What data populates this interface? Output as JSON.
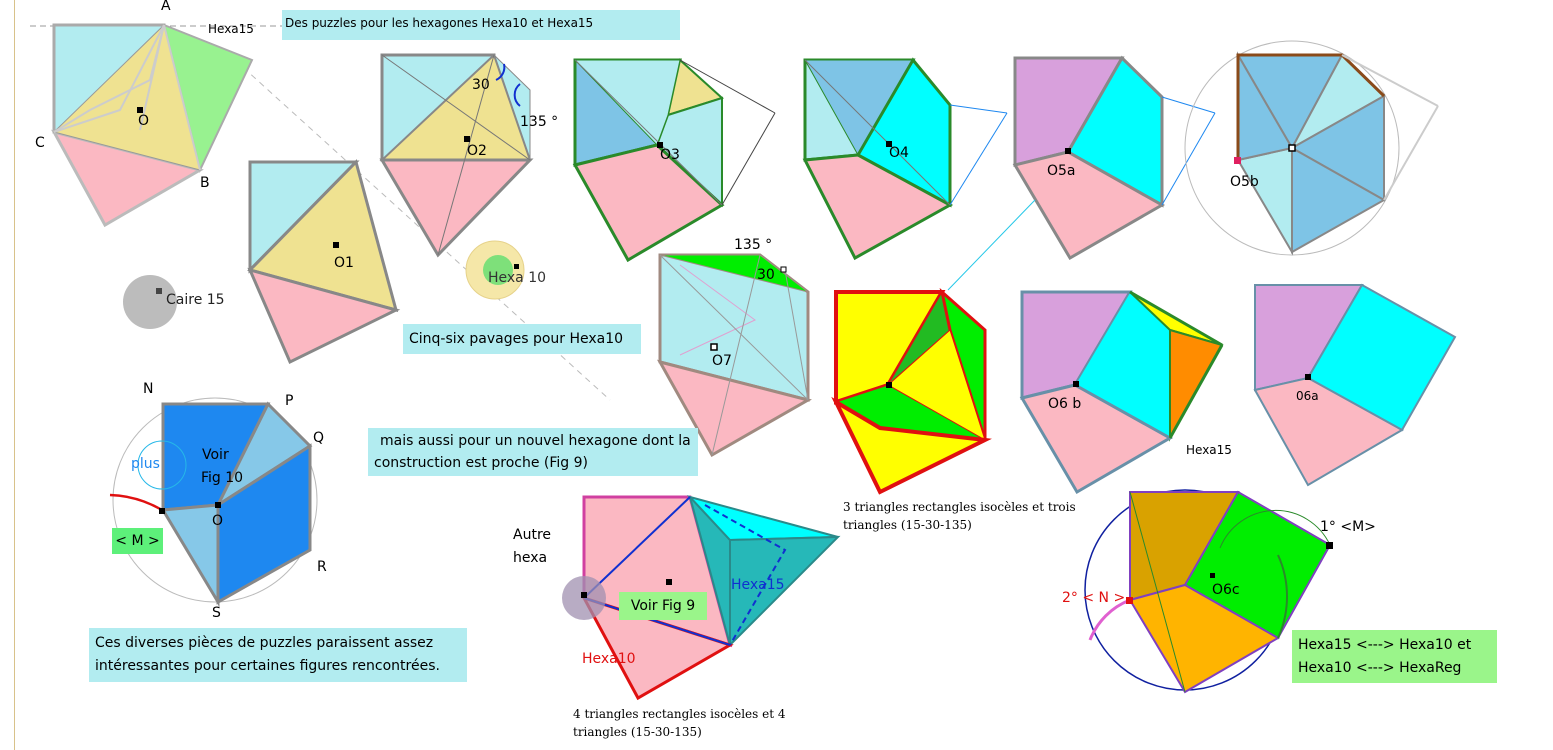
{
  "colors": {
    "cyan": "#b2ecf0",
    "yellow": "#efe291",
    "green": "#98f290",
    "pink": "#fbb8c2",
    "purple": "#d8a0dc",
    "aqua": "#00ffff",
    "blue_dark": "#1e88f0",
    "blue_mid": "#86c8e8",
    "lime": "#00ee00",
    "bright_yellow": "#ffff00",
    "orange": "#ff8c00",
    "gold": "#d9a200",
    "amber": "#ffb400",
    "teal": "#26b8b8",
    "red": "#e01010"
  },
  "title_box": "Des puzzles pour les hexagones Hexa10 et Hexa15",
  "labels": {
    "hexa15_top": "Hexa15",
    "A": "A",
    "B": "B",
    "C": "C",
    "O": "O",
    "O1": "O1",
    "O2": "O2",
    "O3": "O3",
    "O4": "O4",
    "O5a": "O5a",
    "O5b": "O5b",
    "O7": "O7",
    "O6b": "O6 b",
    "O6a": "06a",
    "O6c": "O6c",
    "angle30_a": "30",
    "angle135_a": "135 °",
    "angle135_b": "135 °",
    "angle30_b": "30",
    "caire15": "Caire 15",
    "hexa10_circle": "Hexa 10",
    "N": "N",
    "P": "P",
    "Q": "Q",
    "R": "R",
    "S": "S",
    "O_bottom": "O",
    "plus": "plus",
    "voir": "Voir",
    "fig10": "Fig 10",
    "autre": "Autre",
    "hexa": "hexa",
    "hexa15_blue": "Hexa15",
    "hexa10_red": "Hexa10",
    "hexa15_mid": "Hexa15",
    "first_m": "1° <M>",
    "second_n": "2° < N >"
  },
  "boxes": {
    "cinq_six": "Cinq-six pavages pour Hexa10",
    "mais_line1": "mais aussi pour un nouvel hexagone dont la",
    "mais_line2": "construction est proche (Fig 9)",
    "m_button": "< M >",
    "voir_fig9": "Voir Fig 9",
    "ces_line1": "Ces diverses pièces de puzzles paraissent assez",
    "ces_line2": "intéressantes pour certaines figures rencontrées.",
    "hexa_conv_line1": "Hexa15 <---> Hexa10 et",
    "hexa_conv_line2": "Hexa10 <---> HexaReg"
  },
  "captions": {
    "three_line1": "3 triangles rectangles isocèles et trois",
    "three_line2": "triangles (15-30-135)",
    "four_line1": "4 triangles rectangles isocèles et 4",
    "four_line2": "triangles (15-30-135)"
  }
}
